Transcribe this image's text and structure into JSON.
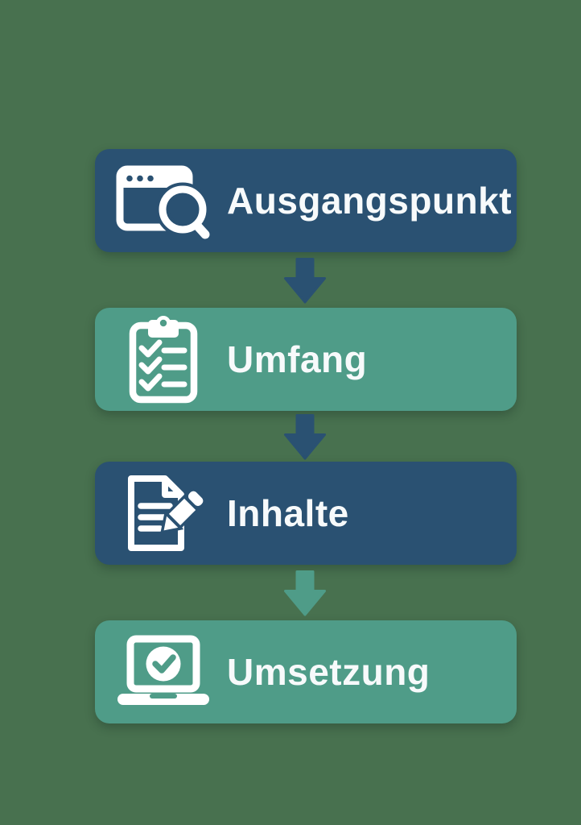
{
  "diagram": {
    "type": "vertical-process-flow",
    "steps": [
      {
        "label": "Ausgangspunkt",
        "icon": "browser-search-icon",
        "color": "dark_blue"
      },
      {
        "label": "Umfang",
        "icon": "clipboard-checklist-icon",
        "color": "teal"
      },
      {
        "label": "Inhalte",
        "icon": "document-edit-icon",
        "color": "dark_blue"
      },
      {
        "label": "Umsetzung",
        "icon": "laptop-check-icon",
        "color": "teal"
      }
    ],
    "connector": "down-arrow",
    "connector_colors": [
      "dark_blue",
      "dark_blue",
      "teal"
    ]
  },
  "colors": {
    "background": "#48714f",
    "dark_blue": "#2a5172",
    "teal": "#4f9c88",
    "icon_white": "#ffffff",
    "text": "#f7fafb"
  }
}
